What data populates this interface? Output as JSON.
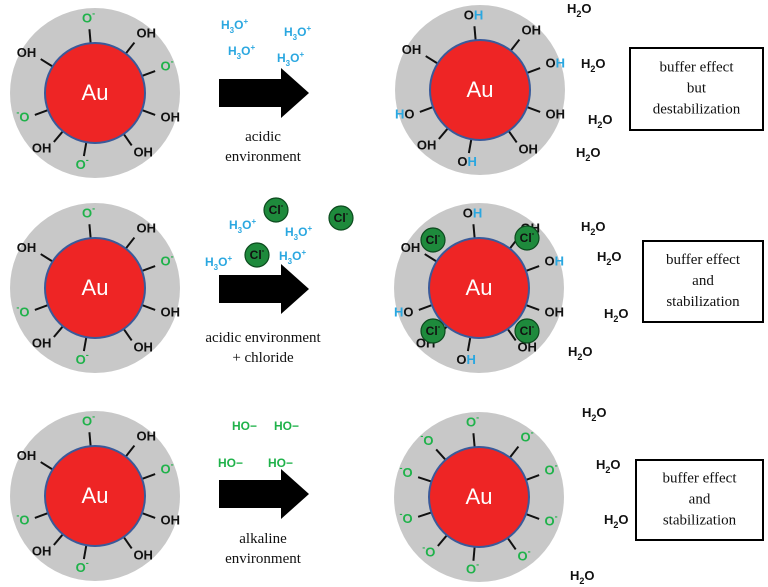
{
  "colors": {
    "shell": "#c8c8c8",
    "core": "#ee2525",
    "core_stroke": "#3a5a9a",
    "dark": "#111111",
    "green": "#1fb24a",
    "blue": "#2aa7e0",
    "chloride": "#1e8a3c",
    "water": "#111111"
  },
  "core_label": "Au",
  "group_labels": {
    "oh": "OH",
    "o": "O",
    "o_minus": "-",
    "h": "H"
  },
  "ions": {
    "hydronium": {
      "main": "H",
      "sub": "3",
      "o": "O",
      "sup": "+"
    },
    "hydroxide": "HO−",
    "chloride": {
      "main": "Cl",
      "sup": "-"
    },
    "water": {
      "h": "H",
      "sub": "2",
      "o": "O"
    }
  },
  "rows": [
    {
      "arrow_label": [
        "acidic",
        "environment"
      ],
      "result_box": [
        "buffer effect",
        "but",
        "destabilization"
      ]
    },
    {
      "arrow_label": [
        "acidic environment",
        "+ chloride"
      ],
      "result_box": [
        "buffer effect",
        "and",
        "stabilization"
      ]
    },
    {
      "arrow_label": [
        "alkaline",
        "environment"
      ],
      "result_box": [
        "buffer effect",
        "and",
        "stabilization"
      ]
    }
  ]
}
